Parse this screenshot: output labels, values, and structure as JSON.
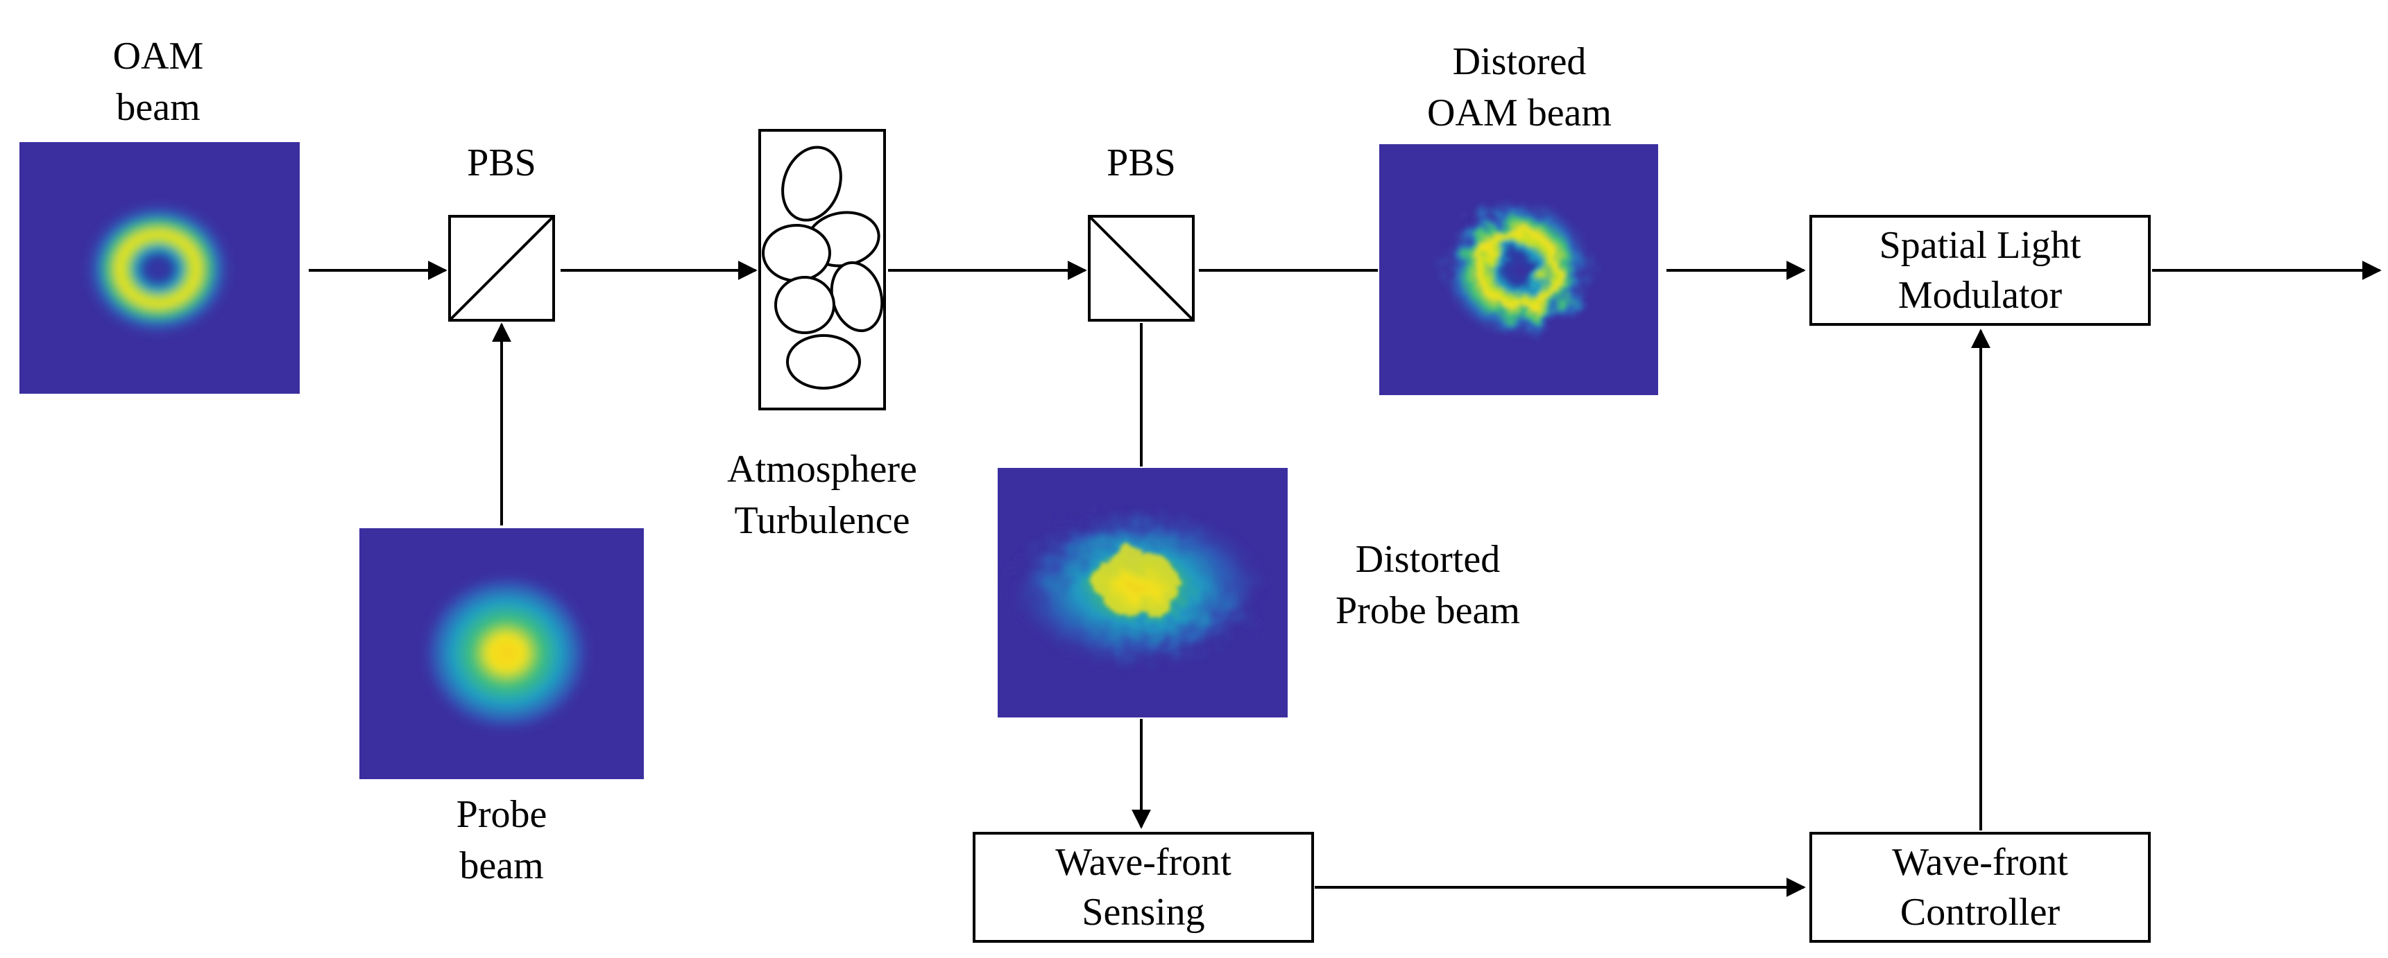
{
  "labels": {
    "oam_beam_line1": "OAM",
    "oam_beam_line2": "beam",
    "pbs1": "PBS",
    "pbs2": "PBS",
    "atmosphere_line1": "Atmosphere",
    "atmosphere_line2": "Turbulence",
    "distored_line1": "Distored",
    "distored_line2": "OAM beam",
    "probe_line1": "Probe",
    "probe_line2": "beam",
    "distorted_probe_line1": "Distorted",
    "distorted_probe_line2": "Probe beam"
  },
  "boxes": {
    "slm_line1": "Spatial Light",
    "slm_line2": "Modulator",
    "wfs_line1": "Wave-front",
    "wfs_line2": "Sensing",
    "wfc_line1": "Wave-front",
    "wfc_line2": "Controller"
  },
  "colors": {
    "beam_background": "#3b2fa0",
    "ring_yellow": "#f4e21c",
    "ring_green": "#3fc07a",
    "ring_cyan": "#1f9fc4",
    "line": "#000000"
  }
}
